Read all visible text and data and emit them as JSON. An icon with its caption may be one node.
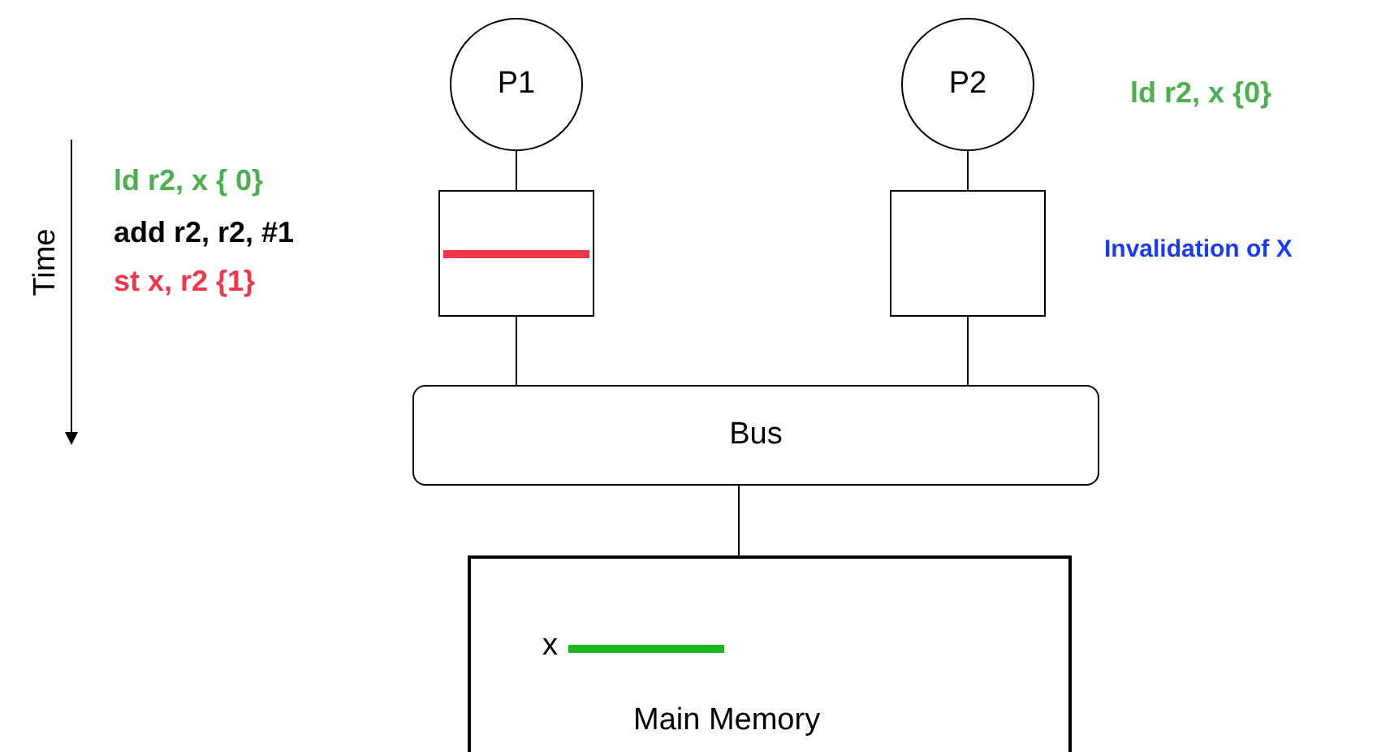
{
  "diagram": {
    "nodes": [
      {
        "text": [
          "P1"
        ]
      },
      {
        "text": [
          "P2"
        ]
      },
      {
        "text": [],
        "shape": "box"
      },
      {
        "text": [],
        "shape": "box"
      },
      {
        "text": [
          "Bus"
        ]
      },
      {
        "text": [
          "x",
          "Main Memory"
        ]
      }
    ],
    "edges": [
      {
        "from": 0,
        "to": 2,
        "arrow": "none"
      },
      {
        "from": 1,
        "to": 3,
        "arrow": "none"
      },
      {
        "from": 2,
        "to": 4,
        "arrow": "none"
      },
      {
        "from": 3,
        "to": 4,
        "arrow": "none"
      },
      {
        "from": 4,
        "to": 5,
        "arrow": "none"
      }
    ],
    "labels": [
      "Time",
      "ld r2, x { 0}",
      "add r2, r2, #1",
      "st x, r2 {1}",
      "ld r2, x {0}",
      "Invalidation of X"
    ]
  }
}
